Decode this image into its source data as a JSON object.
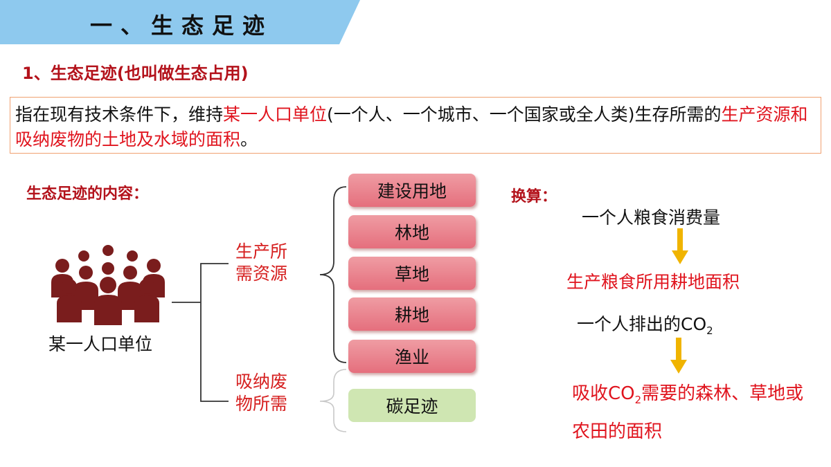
{
  "banner": {
    "title": "一、生态足迹",
    "color": "#8ec9ee"
  },
  "subtitle": "1、生态足迹(也叫做生态占用)",
  "definition": {
    "p1": "指在现有技术条件下，维持",
    "h1": "某一人口单位",
    "p2": "(一个人、一个城市、一个国家或全人类)生存所需的",
    "h2": "生产资源和吸纳废物的土地及水域的面积",
    "p3": "。"
  },
  "content_label": "生态足迹的内容：",
  "unit_label": "某一人口单位",
  "categories": {
    "production": [
      "生产所",
      "需资源"
    ],
    "absorption": [
      "吸纳废",
      "物所需"
    ]
  },
  "resources": [
    "建设用地",
    "林地",
    "草地",
    "耕地",
    "渔业"
  ],
  "carbon": "碳足迹",
  "conversion": {
    "label": "换算：",
    "step1": "一个人粮食消费量",
    "step2": "生产粮食所用耕地面积",
    "step3_main": "一个人排出的CO",
    "step3_sub": "2",
    "step4_a": "吸收CO",
    "step4_sub": "2",
    "step4_b": "需要的森林、草地或农田的面积"
  },
  "colors": {
    "accent_red": "#e0141e",
    "dark_red": "#b3121b",
    "people": "#7a1d1d",
    "arrow": "#f0b400"
  }
}
